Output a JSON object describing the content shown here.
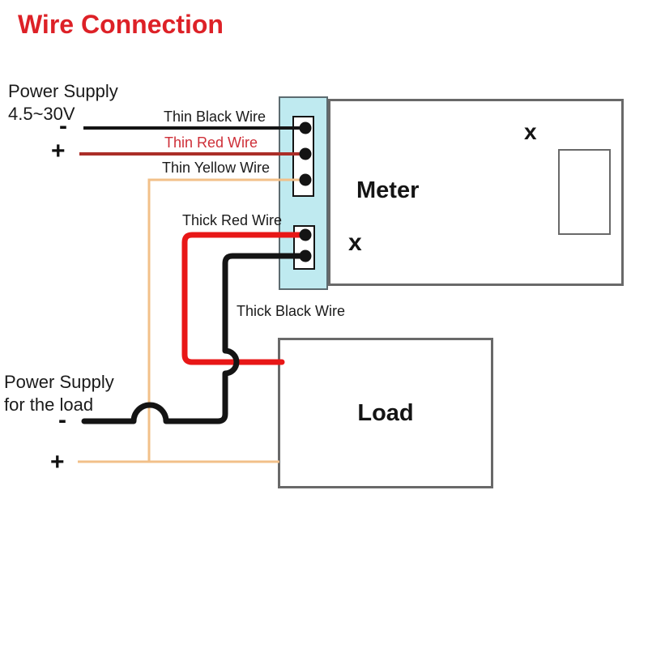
{
  "title": "Wire Connection",
  "psu_meter": {
    "line1": "Power Supply",
    "line2": "4.5~30V",
    "minus": "-",
    "plus": "+"
  },
  "psu_load": {
    "line1": "Power Supply",
    "line2": "for the load",
    "minus": "-",
    "plus": "+"
  },
  "wire_labels": {
    "thin_black": "Thin Black Wire",
    "thin_red": "Thin Red Wire",
    "thin_yellow": "Thin Yellow Wire",
    "thick_red": "Thick Red Wire",
    "thick_black": "Thick Black Wire"
  },
  "meter": {
    "label": "Meter",
    "marker_top": "x",
    "marker_bottom": "x"
  },
  "load": {
    "label": "Load"
  },
  "colors": {
    "title_red": "#dd2127",
    "black_wire": "#141414",
    "thin_red_wire": "#ab2e28",
    "thin_red_label": "#ce2f38",
    "thick_red_wire": "#e81717",
    "yellow_wire": "#f2c089",
    "terminal_strip_fill": "#bfeaf0",
    "terminal_strip_border": "#5c6b70",
    "box_border": "#696969"
  }
}
